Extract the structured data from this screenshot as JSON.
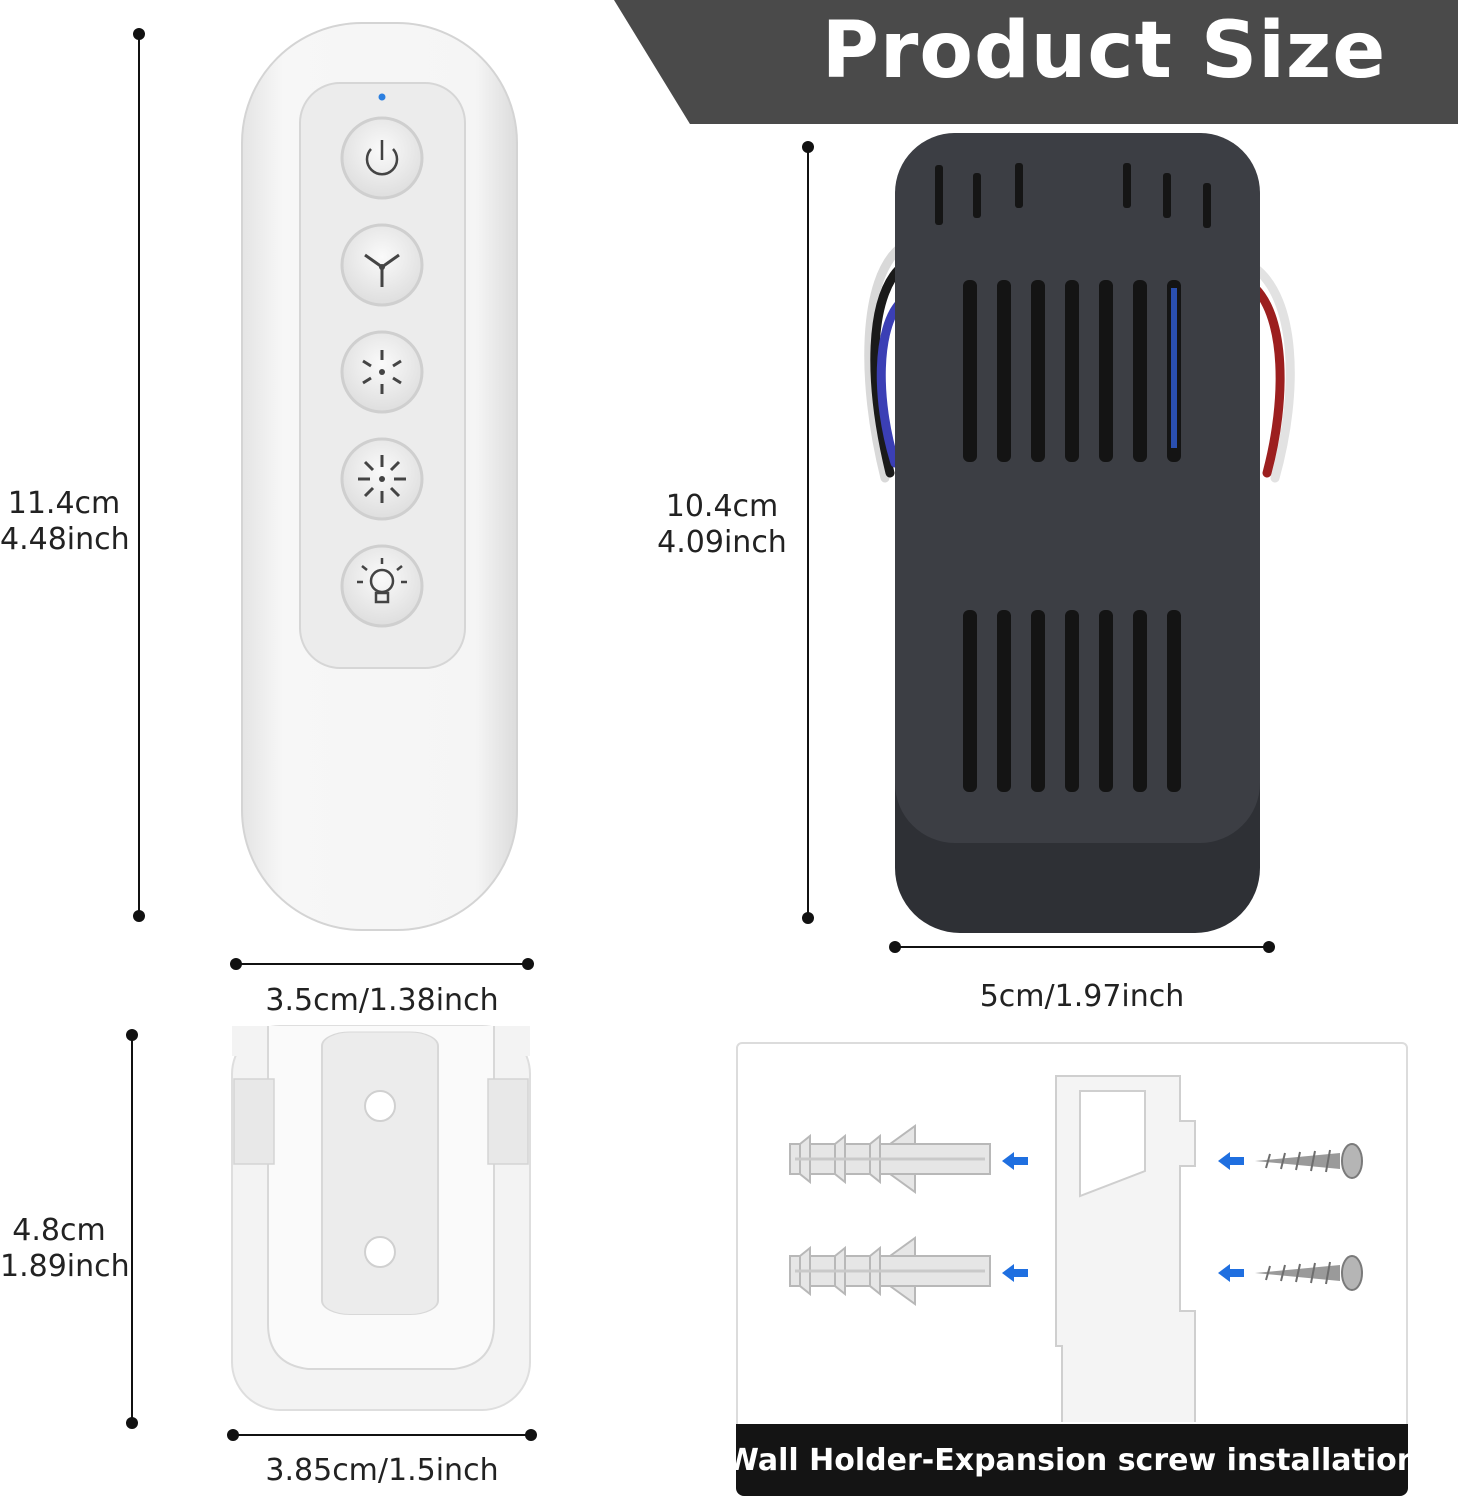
{
  "banner": {
    "title": "Product Size"
  },
  "remote": {
    "height_cm": "11.4cm",
    "height_inch": "4.48inch",
    "width": "3.5cm/1.38inch",
    "buttons": [
      "power-icon",
      "fan-low-icon",
      "fan-medium-icon",
      "fan-high-icon",
      "light-bulb-icon"
    ]
  },
  "receiver": {
    "height_cm": "10.4cm",
    "height_inch": "4.09inch",
    "width": "5cm/1.97inch"
  },
  "holder": {
    "height_cm": "4.8cm",
    "height_inch": "1.89inch",
    "width": "3.85cm/1.5inch"
  },
  "installation": {
    "caption": "Wall Holder-Expansion screw installation"
  },
  "colors": {
    "banner": "#4a4a4a",
    "receiver_body": "#3a3c42",
    "arrow": "#1f6fe0",
    "wire_blue": "#3b3fb5",
    "wire_red": "#9c1f1f"
  }
}
